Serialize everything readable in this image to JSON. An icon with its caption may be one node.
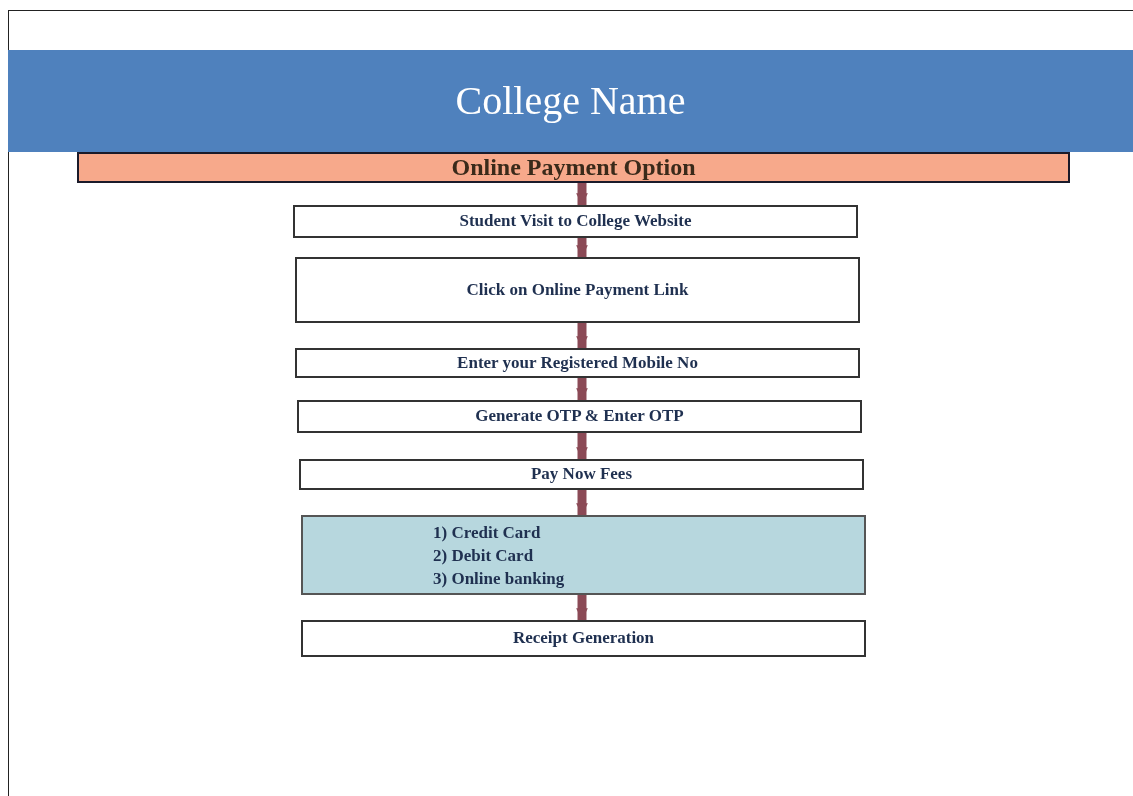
{
  "diagram": {
    "nodes": [
      {
        "text": [
          "College Name"
        ]
      },
      {
        "text": [
          "Online Payment Option"
        ]
      },
      {
        "text": [
          "Student Visit to College Website"
        ]
      },
      {
        "text": [
          "Click on Online Payment Link"
        ]
      },
      {
        "text": [
          "Enter your Registered Mobile No"
        ]
      },
      {
        "text": [
          "Generate OTP & Enter OTP"
        ]
      },
      {
        "text": [
          "Pay Now Fees"
        ]
      },
      {
        "text": [
          "1) Credit Card",
          "2) Debit Card",
          "3) Online banking"
        ]
      },
      {
        "text": [
          "Receipt Generation"
        ]
      }
    ],
    "edges": [
      {
        "from": 1,
        "to": 2,
        "arrow": "to"
      },
      {
        "from": 2,
        "to": 3,
        "arrow": "to"
      },
      {
        "from": 3,
        "to": 4,
        "arrow": "to"
      },
      {
        "from": 4,
        "to": 5,
        "arrow": "to"
      },
      {
        "from": 5,
        "to": 6,
        "arrow": "to"
      },
      {
        "from": 6,
        "to": 7,
        "arrow": "to"
      },
      {
        "from": 7,
        "to": 8,
        "arrow": "to"
      }
    ]
  }
}
